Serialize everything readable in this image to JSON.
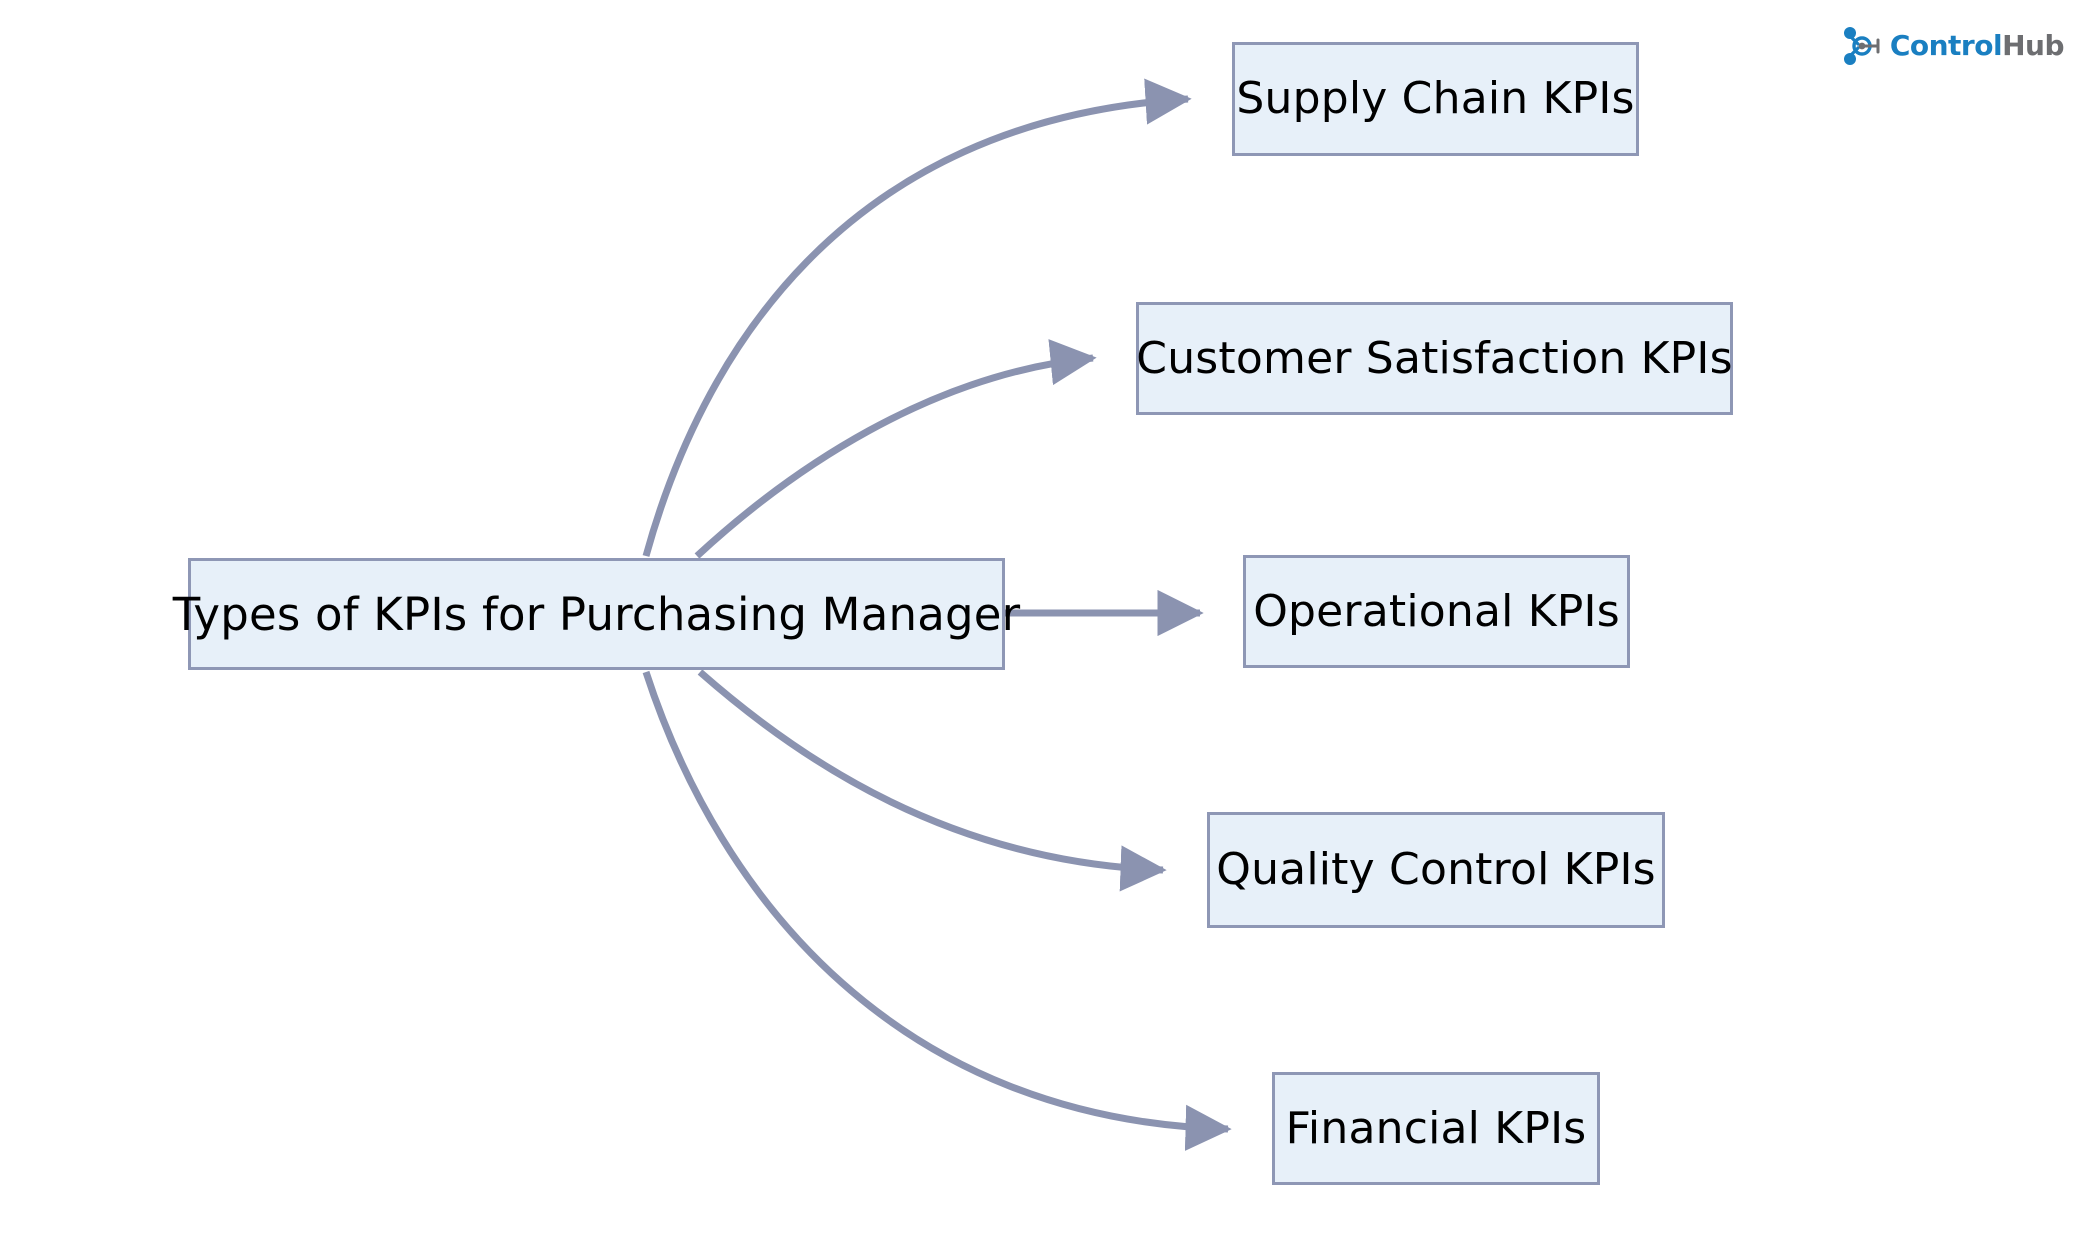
{
  "diagram": {
    "type": "mind-map",
    "root": {
      "id": "root",
      "label": "Types of KPIs for Purchasing Manager"
    },
    "branches": [
      {
        "id": "supply-chain",
        "label": "Supply Chain KPIs"
      },
      {
        "id": "customer-satisfaction",
        "label": "Customer Satisfaction KPIs"
      },
      {
        "id": "operational",
        "label": "Operational KPIs"
      },
      {
        "id": "quality-control",
        "label": "Quality Control KPIs"
      },
      {
        "id": "financial",
        "label": "Financial KPIs"
      }
    ]
  },
  "branding": {
    "logo_icon": "controlhub-node-icon",
    "name_part_1": "Control",
    "name_part_2": "Hub"
  },
  "colors": {
    "node_fill": "#e7f0f9",
    "node_border": "#8e97b5",
    "edge": "#8b93b0",
    "text": "#000000",
    "brand_blue": "#1a7fc1",
    "brand_gray": "#6d6e71",
    "background": "#ffffff"
  }
}
